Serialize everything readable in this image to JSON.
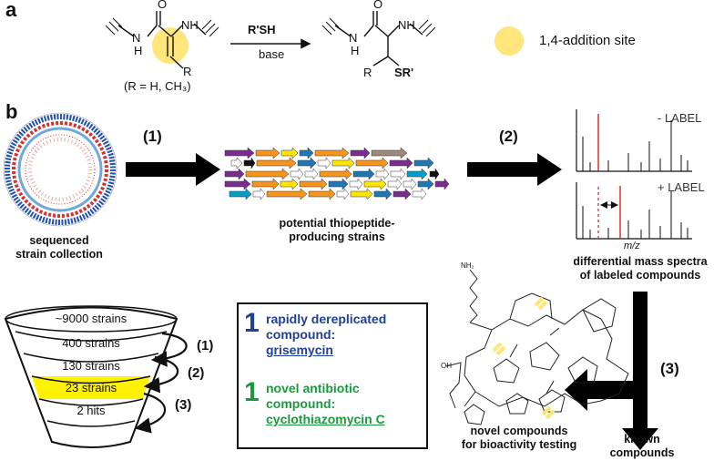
{
  "panel_a": {
    "letter": "a",
    "reagent": "R'SH",
    "condition": "base",
    "r_note": "(R = H, CH₃)",
    "legend": "1,4-addition site",
    "legend_color": "#ffe57a",
    "atoms": {
      "O": "O",
      "NH": "NH",
      "N": "N",
      "H": "H",
      "R": "R",
      "SR": "SR'"
    }
  },
  "panel_b": {
    "letter": "b",
    "steps": [
      "(1)",
      "(2)",
      "(3)"
    ],
    "captions": {
      "strains": [
        "sequenced",
        "strain collection"
      ],
      "thiopeptide": [
        "potential thiopeptide-",
        "producing strains"
      ],
      "spectra": [
        "differential mass spectra",
        "of labeled compounds"
      ],
      "novel": [
        "novel compounds",
        "for bioactivity testing"
      ],
      "known": [
        "known",
        "compounds"
      ]
    },
    "spectra": {
      "minus_label": "- LABEL",
      "plus_label": "+ LABEL",
      "axis": "m/z"
    },
    "funnel": {
      "levels": [
        "~9000 strains",
        "400 strains",
        "130 strains",
        "23 strains",
        "2 hits"
      ],
      "highlight_color": "#fff200",
      "arrows": [
        "(1)",
        "(2)",
        "(3)"
      ]
    },
    "results": {
      "dereplicated": {
        "number": "1",
        "lines": [
          "rapidly dereplicated",
          "compound:"
        ],
        "name": "grisemycin",
        "color": "#1f3f99"
      },
      "novel": {
        "number": "1",
        "lines": [
          "novel antibiotic",
          "compound:"
        ],
        "name": "cyclothiazomycin C",
        "color": "#1a9a3c"
      }
    },
    "gene_colors": [
      "#7b2d8e",
      "#f7941d",
      "#1f78b4",
      "#ffe600",
      "#9b8a7a",
      "#00a0c6",
      "#ffffff",
      "#111111"
    ],
    "molecule_atoms": {
      "NH2": "NH₂",
      "OH": "OH"
    }
  }
}
